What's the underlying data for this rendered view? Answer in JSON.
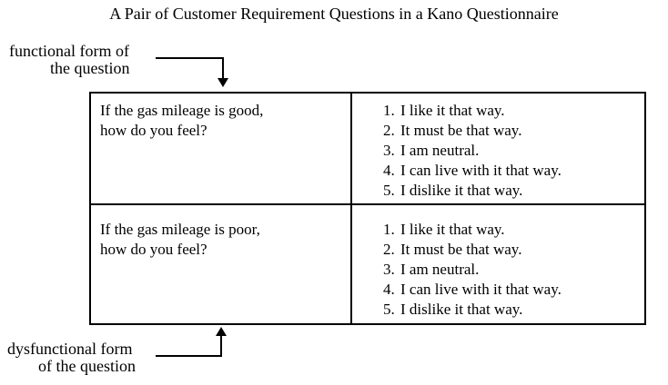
{
  "title": "A Pair of Customer Requirement Questions in a Kano Questionnaire",
  "colors": {
    "background": "#ffffff",
    "text": "#000000",
    "line": "#000000"
  },
  "annotations": {
    "functional": {
      "line1": "functional form of",
      "line2": "the question"
    },
    "dysfunctional": {
      "line1": "dysfunctional form",
      "line2": "of the question"
    }
  },
  "table": {
    "rows": [
      {
        "question": "If the gas mileage is good,\nhow do you feel?",
        "options": [
          {
            "num": "1.",
            "text": "I like it that way."
          },
          {
            "num": "2.",
            "text": "It must be that way."
          },
          {
            "num": "3.",
            "text": "I am neutral."
          },
          {
            "num": "4.",
            "text": "I can live with it that way."
          },
          {
            "num": "5.",
            "text": "I dislike it that way."
          }
        ]
      },
      {
        "question": "If the gas mileage is poor,\nhow do you feel?",
        "options": [
          {
            "num": "1.",
            "text": "I like it that way."
          },
          {
            "num": "2.",
            "text": "It must be that way."
          },
          {
            "num": "3.",
            "text": "I am neutral."
          },
          {
            "num": "4.",
            "text": "I can live with it that way."
          },
          {
            "num": "5.",
            "text": "I dislike it that way."
          }
        ]
      }
    ]
  }
}
